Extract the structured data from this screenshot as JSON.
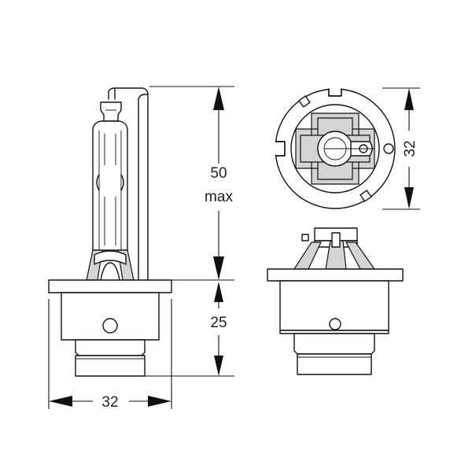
{
  "dimensions": {
    "height_top_value": "50",
    "height_top_qualifier": "max",
    "height_bottom_value": "25",
    "width_bottom_value": "32",
    "diameter_value": "32"
  },
  "colors": {
    "line": "#111111",
    "shade": "#d4d4d4",
    "background": "#ffffff"
  }
}
